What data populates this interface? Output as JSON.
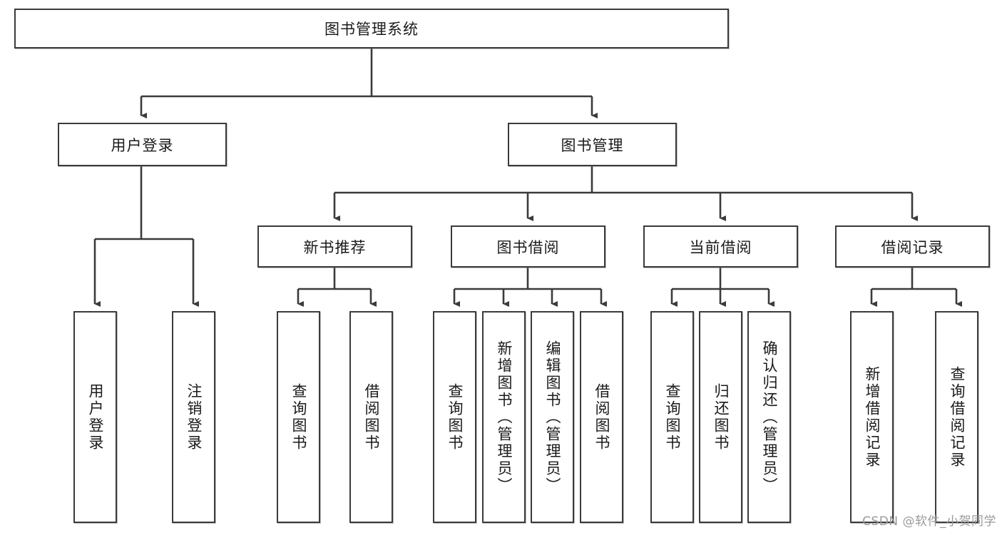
{
  "diagram": {
    "type": "tree-hierarchy-flowchart",
    "title": "图书管理系统",
    "colors": {
      "stroke": "#3b3b3b",
      "fill": "#ffffff",
      "text": "#1a1a1a",
      "watermark": "#9a9a9a"
    },
    "root": {
      "label": "图书管理系统"
    },
    "level2": [
      {
        "label": "用户登录"
      },
      {
        "label": "图书管理"
      }
    ],
    "level3": [
      {
        "label": "新书推荐"
      },
      {
        "label": "图书借阅"
      },
      {
        "label": "当前借阅"
      },
      {
        "label": "借阅记录"
      }
    ],
    "leaves": {
      "user_login": [
        {
          "label": "用户登录"
        },
        {
          "label": "注销登录"
        }
      ],
      "new_book_recommend": [
        {
          "label": "查询图书"
        },
        {
          "label": "借阅图书"
        }
      ],
      "book_borrow": [
        {
          "label": "查询图书"
        },
        {
          "label": "新增图书（管理员）"
        },
        {
          "label": "编辑图书（管理员）"
        },
        {
          "label": "借阅图书"
        }
      ],
      "current_borrow": [
        {
          "label": "查询图书"
        },
        {
          "label": "归还图书"
        },
        {
          "label": "确认归还（管理员）"
        }
      ],
      "borrow_record": [
        {
          "label": "新增借阅记录"
        },
        {
          "label": "查询借阅记录"
        }
      ]
    },
    "watermark": "CSDN @软件_小贺同学"
  }
}
